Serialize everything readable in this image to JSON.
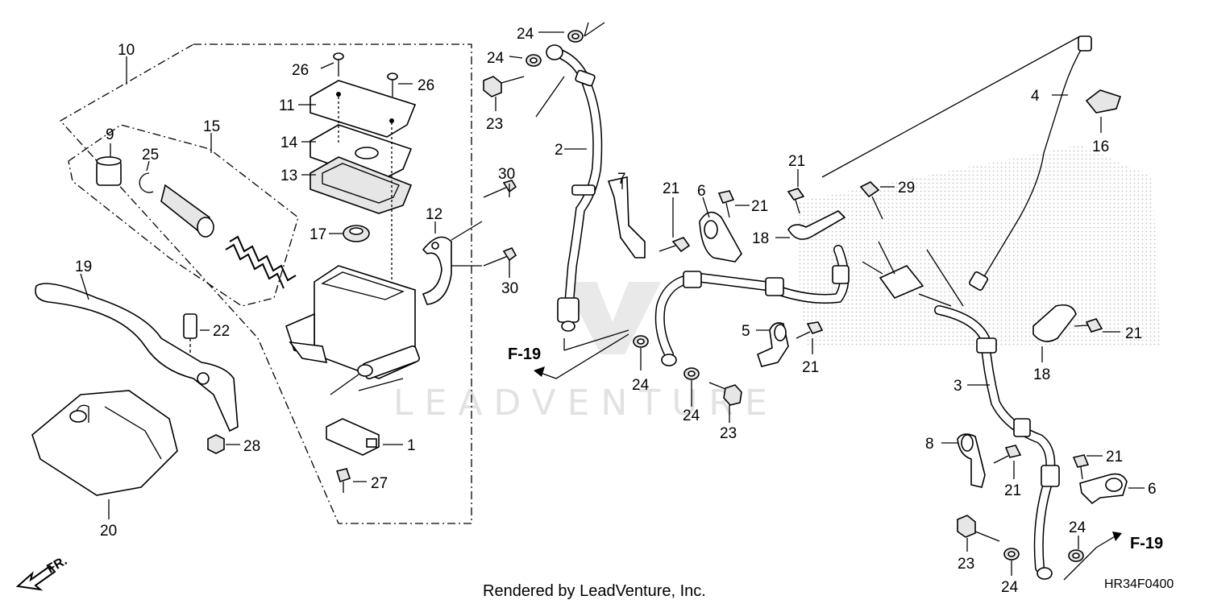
{
  "diagram_id": "HR34F0400",
  "footer": "Rendered by LeadVenture, Inc.",
  "watermark": "LEADVENTURE",
  "direction_label": "FR.",
  "refs": {
    "left": "F-19",
    "right": "F-19"
  },
  "callouts": {
    "c10": "10",
    "c15": "15",
    "c9": "9",
    "c25": "25",
    "c19": "19",
    "c20": "20",
    "c22": "22",
    "c28": "28",
    "c26a": "26",
    "c26b": "26",
    "c11": "11",
    "c14": "14",
    "c13": "13",
    "c17": "17",
    "c12": "12",
    "c30a": "30",
    "c30b": "30",
    "c1": "1",
    "c27": "27",
    "c24a": "24",
    "c24b": "24",
    "c23a": "23",
    "c2": "2",
    "c7": "7",
    "c21a": "21",
    "c6a": "6",
    "c21b": "21",
    "c24c": "24",
    "c24d": "24",
    "c23b": "23",
    "c5": "5",
    "c21c": "21",
    "c21d": "21",
    "c18a": "18",
    "c29": "29",
    "c4": "4",
    "c16": "16",
    "c21e": "21",
    "c18b": "18",
    "c3": "3",
    "c8": "8",
    "c21f": "21",
    "c21g": "21",
    "c6b": "6",
    "c23c": "23",
    "c24e": "24",
    "c24f": "24"
  },
  "colors": {
    "line": "#000000",
    "background": "#ffffff",
    "watermark": "#bfbfbf"
  }
}
